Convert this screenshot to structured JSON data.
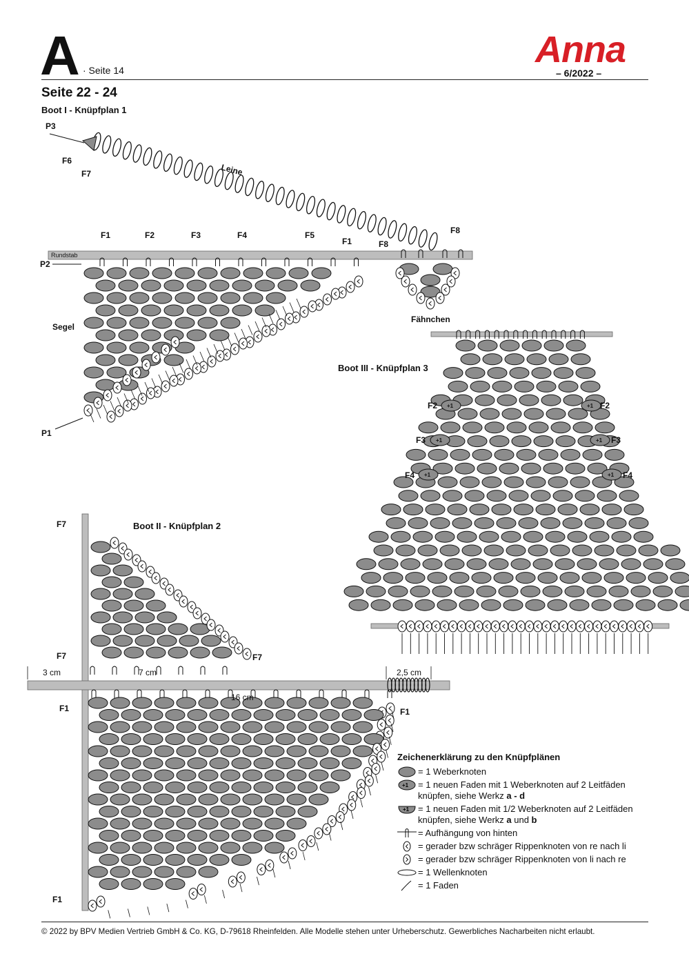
{
  "header": {
    "letter": "A",
    "page": "· Seite 14",
    "brand": "Anna",
    "issue": "– 6/2022 –"
  },
  "section_title": "Seite 22 - 24",
  "boot1": {
    "title": "Boot I - Knüpfplan 1",
    "labels": {
      "P3": "P3",
      "F6": "F6",
      "F7": "F7",
      "leine": "Leine",
      "F1": "F1",
      "F2": "F2",
      "F3": "F3",
      "F4": "F4",
      "F5": "F5",
      "F8": "F8",
      "rundstab": "Rundstab",
      "P2": "P2",
      "segel": "Segel",
      "P1": "P1",
      "faehnchen": "Fähnchen"
    }
  },
  "boot3": {
    "title": "Boot III - Knüpfplan 3",
    "labels": {
      "F2": "F2",
      "F3": "F3",
      "F4": "F4",
      "plus": "+1"
    }
  },
  "boot2": {
    "title": "Boot II - Knüpfplan 2",
    "labels": {
      "F7": "F7",
      "F1": "F1",
      "d3": "3 cm",
      "d7": "7 cm",
      "d16": "16 cm",
      "d25": "2,5 cm"
    }
  },
  "legend": {
    "title": "Zeichenerklärung zu den Knüpfplänen",
    "items": [
      {
        "symbol": "weberknoten",
        "text": "= 1 Weberknoten"
      },
      {
        "symbol": "plus-full",
        "text": "= 1 neuen Faden mit 1 Weberknoten auf 2 Leitfäden knüpfen, siehe Werkz ",
        "bold": "a - d",
        "tail": ""
      },
      {
        "symbol": "plus-half",
        "text": "= 1 neuen Faden mit 1/2 Weberknoten auf 2 Leitfäden knüpfen, siehe Werkz ",
        "bold": "a",
        "tail": " und ",
        "bold2": "b"
      },
      {
        "symbol": "haenger",
        "text": "= Aufhängung von hinten"
      },
      {
        "symbol": "rippe-left",
        "text": "= gerader bzw schräger Rippenknoten von re nach li"
      },
      {
        "symbol": "rippe-right",
        "text": "= gerader bzw schräger Rippenknoten von li nach re"
      },
      {
        "symbol": "wellen",
        "text": "= 1 Wellenknoten"
      },
      {
        "symbol": "faden",
        "text": "= 1 Faden"
      }
    ]
  },
  "footer": "© 2022 by BPV Medien Vertrieb GmbH & Co. KG, D-79618 Rheinfelden. Alle Modelle stehen unter Urheberschutz. Gewerbliches Nacharbeiten nicht erlaubt.",
  "colors": {
    "brand": "#d81f26",
    "knot": "#8c8c8c",
    "rod": "#bdbdbd"
  }
}
